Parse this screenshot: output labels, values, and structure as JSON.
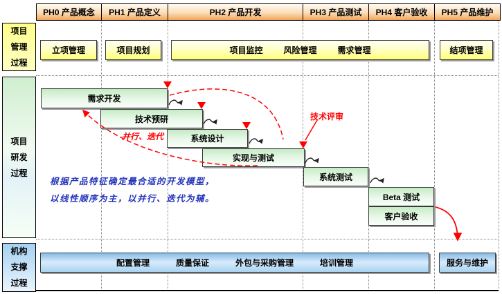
{
  "phases": [
    "PH0 产品概念",
    "PH1 产品定义",
    "PH2 产品开发",
    "PH3 产品测试",
    "PH4 客户验收",
    "PH5 产品维护"
  ],
  "management": {
    "row_label": [
      "项目",
      "管理",
      "过程"
    ],
    "initiation_box": "立项管理",
    "planning_box": "项目规划",
    "monitor_items": [
      "项目监控",
      "风险管理",
      "需求管理"
    ],
    "closure_box": "结项管理"
  },
  "rnd": {
    "row_label": [
      "项目",
      "研发",
      "过程"
    ],
    "stages": [
      "需求开发",
      "技术预研",
      "系统设计",
      "实现与测试",
      "系统测试",
      "Beta 测试",
      "客户验收"
    ]
  },
  "support": {
    "row_label": [
      "机构",
      "支撑",
      "过程"
    ],
    "bar_items": [
      "配置管理",
      "质量保证",
      "外包与采购管理",
      "培训管理"
    ],
    "service_box": "服务与维护"
  },
  "annotations": {
    "parallel_iteration": "并行、迭代",
    "tech_review": "技术评审",
    "note_lines": [
      "根据产品特征确定最合适的开发模型，",
      "以线性顺序为主，以并行、迭代为辅。"
    ]
  },
  "colors": {
    "milestone_red": "#FF0000",
    "note_blue": "#2233BB",
    "header_orange": "#F2A55B",
    "support_blue": "#86BCE9",
    "stage_green": "#C5EBC5",
    "mgmt_yellow": "#FFFF8C"
  }
}
